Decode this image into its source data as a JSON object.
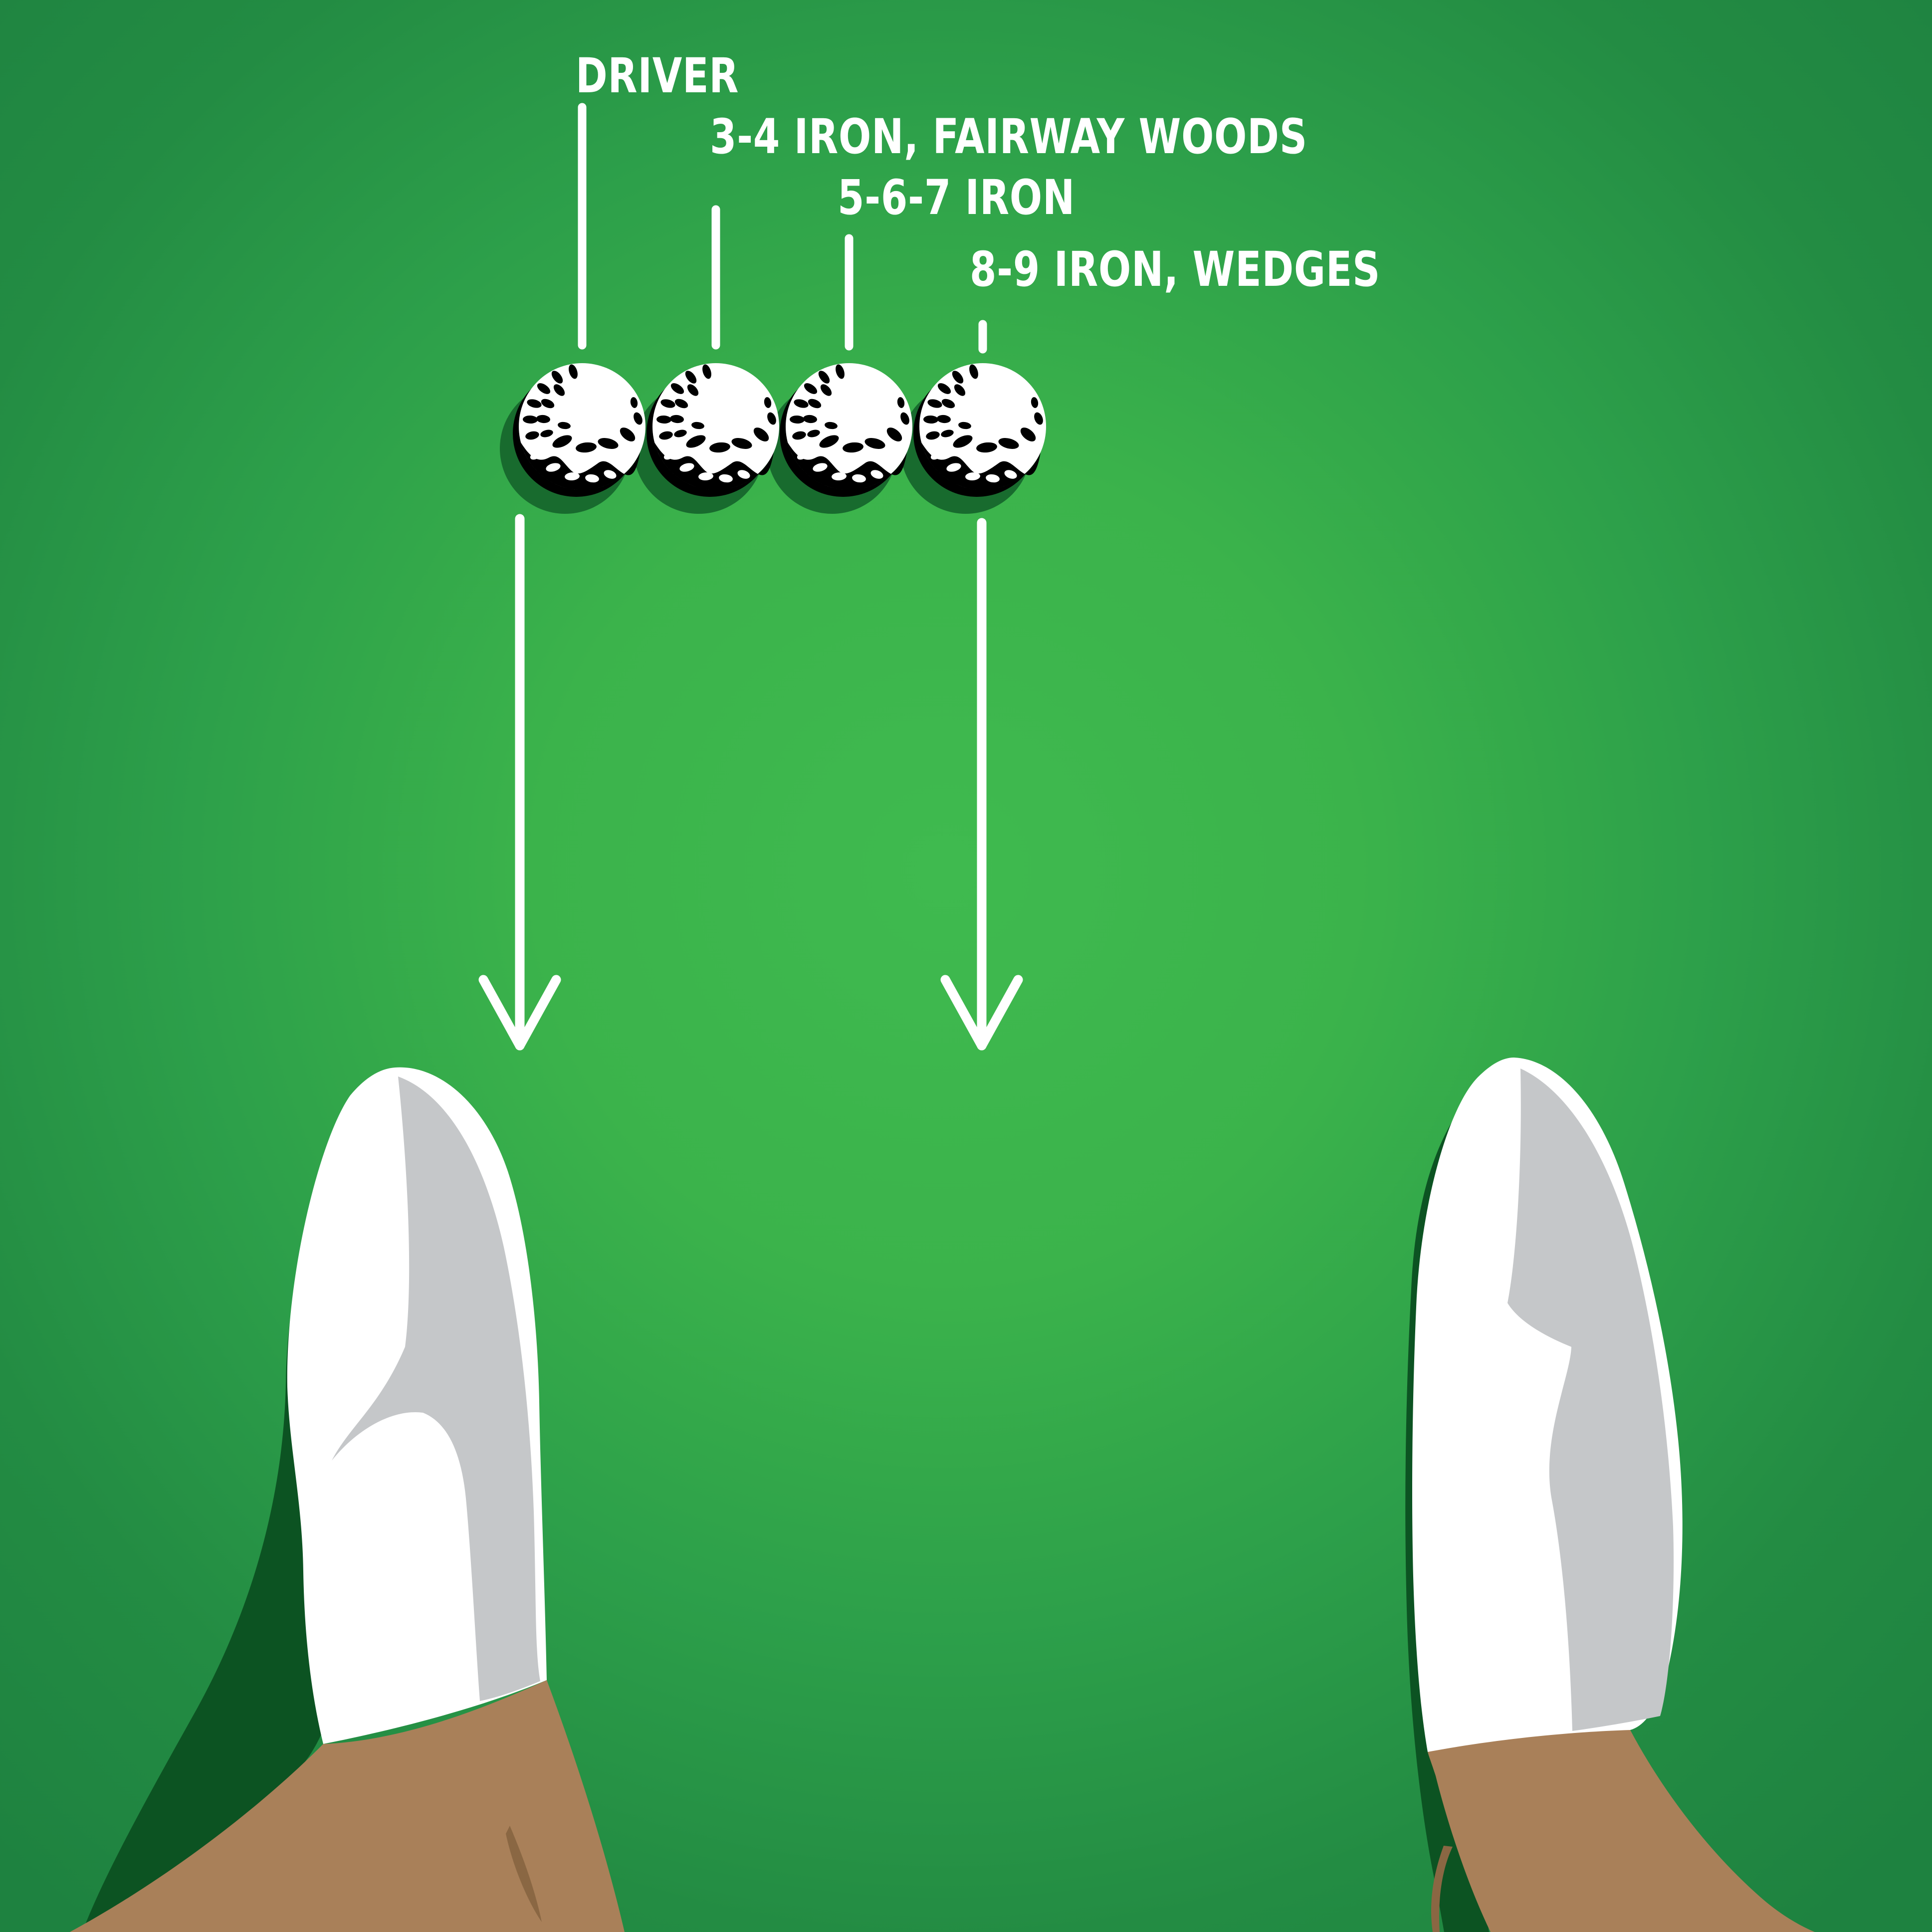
{
  "scene": {
    "description": "Top-down golf stance diagram showing ball position between the feet for different clubs",
    "ball_count": 4
  },
  "labels": [
    {
      "id": "driver",
      "text": "DRIVER"
    },
    {
      "id": "long-irons",
      "text": "3-4 IRON, FAIRWAY WOODS"
    },
    {
      "id": "mid-irons",
      "text": "5-6-7 IRON"
    },
    {
      "id": "short-irons",
      "text": "8-9 IRON, WEDGES"
    }
  ],
  "colors": {
    "background_center": "#3cb44b",
    "background_edge": "#1e8240",
    "ball_white": "#ffffff",
    "ball_dimple_black": "#000000",
    "ball_shadow_green": "#186b2e",
    "shoe_white": "#ffffff",
    "shoe_crease_gray": "#c5c7c9",
    "shoe_shadow_green": "#0c5322",
    "leg_brown": "#a98059",
    "leg_crease_brown": "#8a6743",
    "annotation_white": "#ffffff"
  }
}
